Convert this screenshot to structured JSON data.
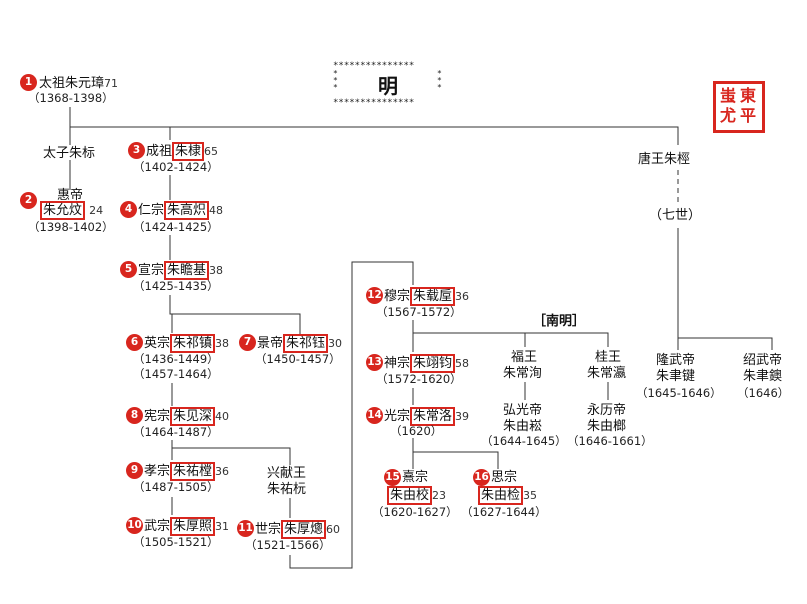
{
  "title": {
    "stars": "***************",
    "label": "明"
  },
  "seal": {
    "chars": [
      "東",
      "平",
      "蚩",
      "尤"
    ]
  },
  "tree": {
    "p1": {
      "num": "1",
      "pre": "太祖",
      "name": "朱元璋",
      "age": "71",
      "years": "（1368-1398）"
    },
    "taizi": {
      "label": "太子朱标"
    },
    "p2": {
      "num": "2",
      "pre": "惠帝",
      "name": "朱允炆",
      "age": "24",
      "years": "（1398-1402）"
    },
    "p3": {
      "num": "3",
      "pre": "成祖",
      "name": "朱棣",
      "age": "65",
      "years": "（1402-1424）"
    },
    "p4": {
      "num": "4",
      "pre": "仁宗",
      "name": "朱高炽",
      "age": "48",
      "years": "（1424-1425）"
    },
    "p5": {
      "num": "5",
      "pre": "宣宗",
      "name": "朱瞻基",
      "age": "38",
      "years": "（1425-1435）"
    },
    "p6": {
      "num": "6",
      "pre": "英宗",
      "name": "朱祁镇",
      "age": "38",
      "years": "（1436-1449）",
      "years2": "（1457-1464）"
    },
    "p7": {
      "num": "7",
      "pre": "景帝",
      "name": "朱祁钰",
      "age": "30",
      "years": "（1450-1457）"
    },
    "p8": {
      "num": "8",
      "pre": "宪宗",
      "name": "朱见深",
      "age": "40",
      "years": "（1464-1487）"
    },
    "p9": {
      "num": "9",
      "pre": "孝宗",
      "name": "朱祐樘",
      "age": "36",
      "years": "（1487-1505）"
    },
    "xingxian": {
      "line1": "兴献王",
      "line2": "朱祐杬"
    },
    "p10": {
      "num": "10",
      "pre": "武宗",
      "name": "朱厚照",
      "age": "31",
      "years": "（1505-1521）"
    },
    "p11": {
      "num": "11",
      "pre": "世宗",
      "name": "朱厚熜",
      "age": "60",
      "years": "（1521-1566）"
    },
    "p12": {
      "num": "12",
      "pre": "穆宗",
      "name": "朱载垕",
      "age": "36",
      "years": "（1567-1572）"
    },
    "p13": {
      "num": "13",
      "pre": "神宗",
      "name": "朱翊钧",
      "age": "58",
      "years": "（1572-1620）"
    },
    "p14": {
      "num": "14",
      "pre": "光宗",
      "name": "朱常洛",
      "age": "39",
      "years": "（1620）"
    },
    "p15": {
      "num": "15",
      "pre": "熹宗",
      "name": "朱由校",
      "age": "23",
      "years": "（1620-1627）"
    },
    "p16": {
      "num": "16",
      "pre": "思宗",
      "name": "朱由检",
      "age": "35",
      "years": "（1627-1644）"
    },
    "nanming": {
      "label": "［南明］"
    },
    "fuwang": {
      "line1": "福王",
      "line2": "朱常洵"
    },
    "guiwang": {
      "line1": "桂王",
      "line2": "朱常瀛"
    },
    "hongguang": {
      "line1": "弘光帝",
      "line2": "朱由崧",
      "years": "（1644-1645）"
    },
    "yongli": {
      "line1": "永历帝",
      "line2": "朱由榔",
      "years": "（1646-1661）"
    },
    "tangwang": {
      "label": "唐王朱桱"
    },
    "qishi": {
      "label": "（七世）"
    },
    "longwu": {
      "line1": "隆武帝",
      "line2": "朱聿键",
      "years": "（1645-1646）"
    },
    "shaowu": {
      "line1": "绍武帝",
      "line2": "朱聿鐭",
      "years": "（1646）"
    }
  }
}
